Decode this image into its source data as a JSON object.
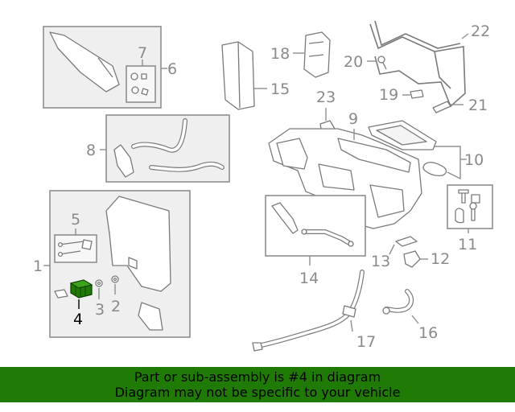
{
  "callouts": {
    "c1": "1",
    "c2": "2",
    "c3": "3",
    "c4": "4",
    "c5": "5",
    "c6": "6",
    "c7": "7",
    "c8": "8",
    "c9": "9",
    "c10": "10",
    "c11": "11",
    "c12": "12",
    "c13": "13",
    "c14": "14",
    "c15": "15",
    "c16": "16",
    "c17": "17",
    "c18": "18",
    "c19": "19",
    "c20": "20",
    "c21": "21",
    "c22": "22",
    "c23": "23"
  },
  "highlight": {
    "part_number": "4",
    "color": "#207a06"
  },
  "footer": {
    "line1": "Part or sub-assembly is #4 in diagram",
    "line2": "Diagram may not be specific to your vehicle"
  }
}
